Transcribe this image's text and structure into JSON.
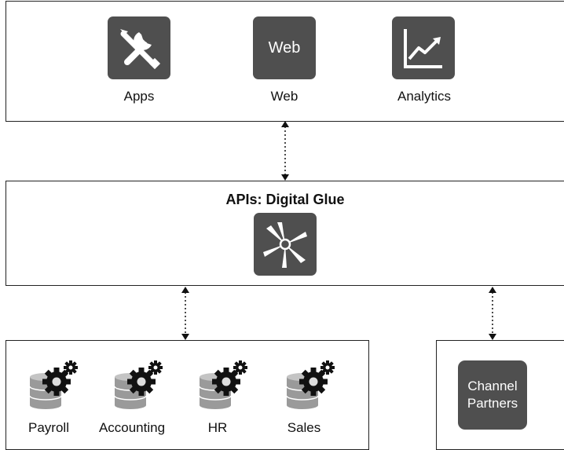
{
  "top_panel": {
    "items": [
      {
        "label": "Apps",
        "icon": "tools-icon"
      },
      {
        "label": "Web",
        "icon_text": "Web"
      },
      {
        "label": "Analytics",
        "icon": "chart-icon"
      }
    ]
  },
  "middle_panel": {
    "title": "APIs: Digital Glue",
    "icon": "hub-icon"
  },
  "bottom_left_panel": {
    "items": [
      {
        "label": "Payroll",
        "icon": "database-gears-icon"
      },
      {
        "label": "Accounting",
        "icon": "database-gears-icon"
      },
      {
        "label": "HR",
        "icon": "database-gears-icon"
      },
      {
        "label": "Sales",
        "icon": "database-gears-icon"
      }
    ]
  },
  "bottom_right_panel": {
    "line1": "Channel",
    "line2": "Partners"
  },
  "colors": {
    "tile": "#4f4f4f",
    "border": "#222222",
    "db": "#9a9a9a",
    "gear": "#111111"
  }
}
